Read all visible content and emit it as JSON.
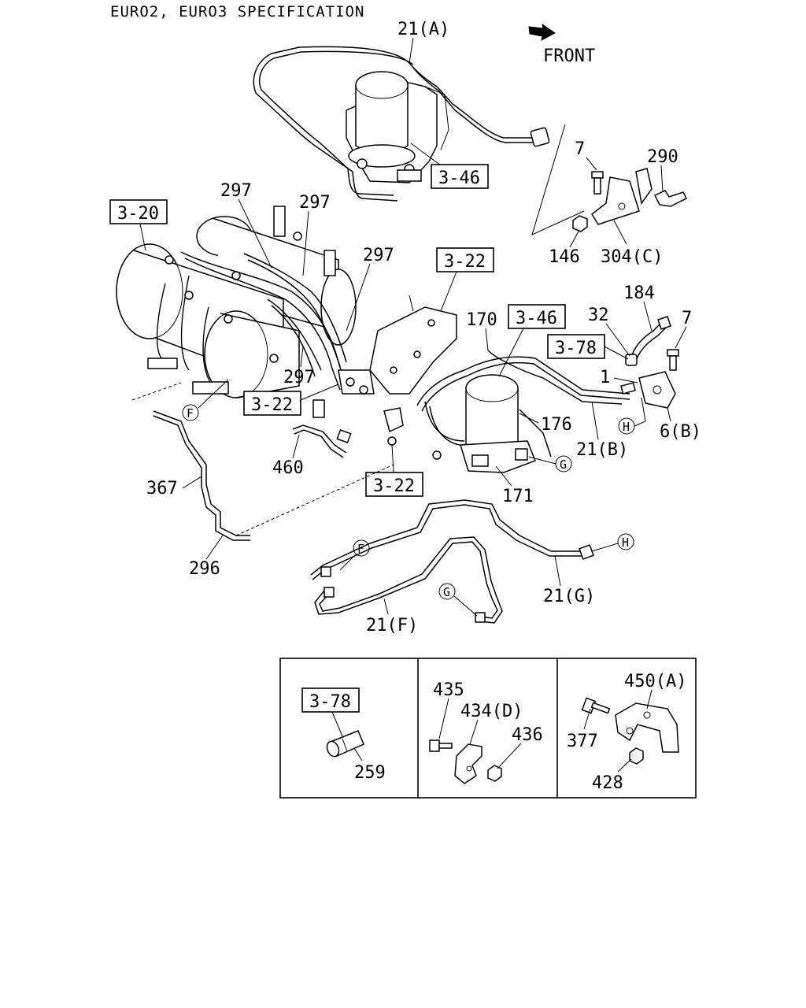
{
  "header": {
    "title": "EURO2, EURO3 SPECIFICATION"
  },
  "direction": {
    "label": "FRONT"
  },
  "ref_boxes": {
    "r1": "3-46",
    "r2": "3-20",
    "r3": "3-22",
    "r4": "3-46",
    "r5": "3-78",
    "r6": "3-22",
    "r7": "3-22",
    "r8": "3-78"
  },
  "callouts": {
    "p21a": "21(A)",
    "p7a": "7",
    "p290": "290",
    "p146": "146",
    "p304c": "304(C)",
    "p297a": "297",
    "p297b": "297",
    "p297c": "297",
    "p297d": "297",
    "p184": "184",
    "p32": "32",
    "p7b": "7",
    "p170": "170",
    "p1": "1",
    "p176": "176",
    "p6b": "6(B)",
    "p21b": "21(B)",
    "p460": "460",
    "p171": "171",
    "p367": "367",
    "p296": "296",
    "p21g": "21(G)",
    "p21f": "21(F)",
    "p259": "259",
    "p435": "435",
    "p434d": "434(D)",
    "p436": "436",
    "p450a": "450(A)",
    "p377": "377",
    "p428": "428"
  },
  "connectors": {
    "f1": "F",
    "g1": "G",
    "h1": "H",
    "f2": "F",
    "h2": "H",
    "g2": "G"
  }
}
